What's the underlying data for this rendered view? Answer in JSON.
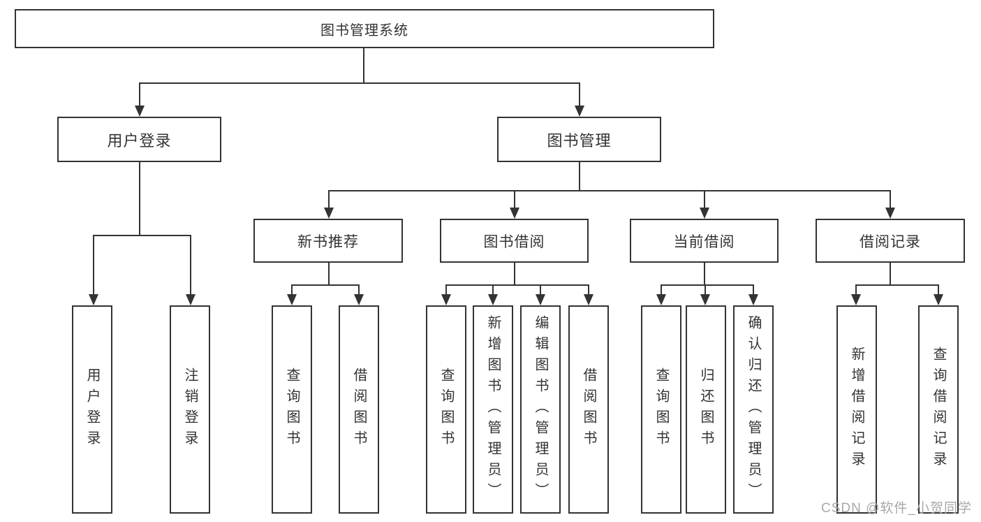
{
  "diagram": {
    "root": {
      "label": "图书管理系统"
    },
    "branches": [
      {
        "label": "用户登录",
        "children": [
          {
            "label": "用户登录"
          },
          {
            "label": "注销登录"
          }
        ]
      },
      {
        "label": "图书管理",
        "children": [
          {
            "label": "新书推荐",
            "children": [
              {
                "label": "查询图书"
              },
              {
                "label": "借阅图书"
              }
            ]
          },
          {
            "label": "图书借阅",
            "children": [
              {
                "label": "查询图书"
              },
              {
                "label": "新增图书（管理员）"
              },
              {
                "label": "编辑图书（管理员）"
              },
              {
                "label": "借阅图书"
              }
            ]
          },
          {
            "label": "当前借阅",
            "children": [
              {
                "label": "查询图书"
              },
              {
                "label": "归还图书"
              },
              {
                "label": "确认归还（管理员）"
              }
            ]
          },
          {
            "label": "借阅记录",
            "children": [
              {
                "label": "新增借阅记录"
              },
              {
                "label": "查询借阅记录"
              }
            ]
          }
        ]
      }
    ]
  },
  "watermark": {
    "text": "CSDN @软件_小贺同学"
  },
  "colors": {
    "line": "#333333",
    "box_border": "#333333",
    "text": "#333333",
    "watermark": "#a8a8a8",
    "background": "#ffffff"
  }
}
